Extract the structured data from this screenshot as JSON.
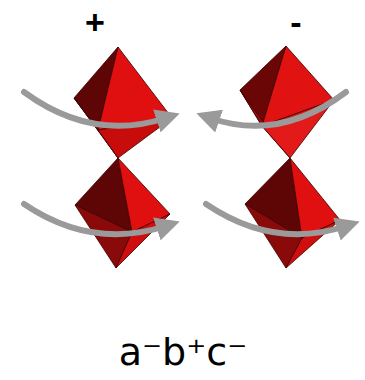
{
  "diagram": {
    "caption": "a⁻b⁺c⁻",
    "labels": [
      "+",
      "-"
    ]
  }
}
